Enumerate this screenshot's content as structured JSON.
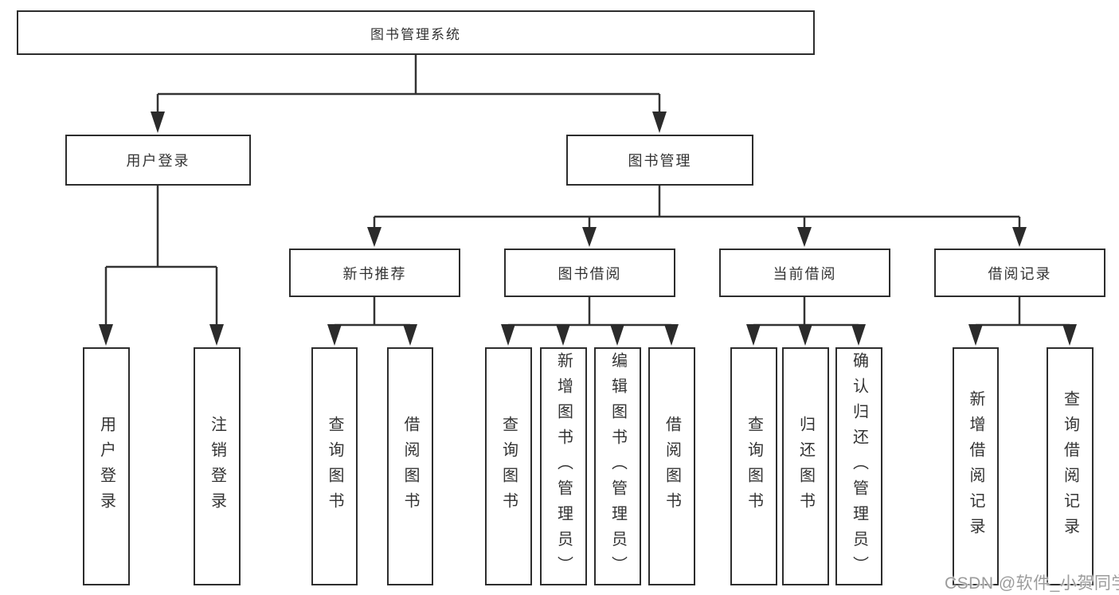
{
  "tree": {
    "root": {
      "label": "图书管理系统",
      "children": [
        {
          "label": "用户登录",
          "children": [
            {
              "label": "用户登录"
            },
            {
              "label": "注销登录"
            }
          ]
        },
        {
          "label": "图书管理",
          "children": [
            {
              "label": "新书推荐",
              "children": [
                {
                  "label": "查询图书"
                },
                {
                  "label": "借阅图书"
                }
              ]
            },
            {
              "label": "图书借阅",
              "children": [
                {
                  "label": "查询图书"
                },
                {
                  "label": "新增图书（管理员）"
                },
                {
                  "label": "编辑图书（管理员）"
                },
                {
                  "label": "借阅图书"
                }
              ]
            },
            {
              "label": "当前借阅",
              "children": [
                {
                  "label": "查询图书"
                },
                {
                  "label": "归还图书"
                },
                {
                  "label": "确认归还（管理员）"
                }
              ]
            },
            {
              "label": "借阅记录",
              "children": [
                {
                  "label": "新增借阅记录"
                },
                {
                  "label": "查询借阅记录"
                }
              ]
            }
          ]
        }
      ]
    }
  },
  "watermark": {
    "text": "CSDN @软件_小贺同学"
  },
  "colors": {
    "background": "#ffffff",
    "line": "#333333",
    "box_border": "#2d2d2d",
    "text": "#333333",
    "watermark": "#9c9c9c"
  }
}
